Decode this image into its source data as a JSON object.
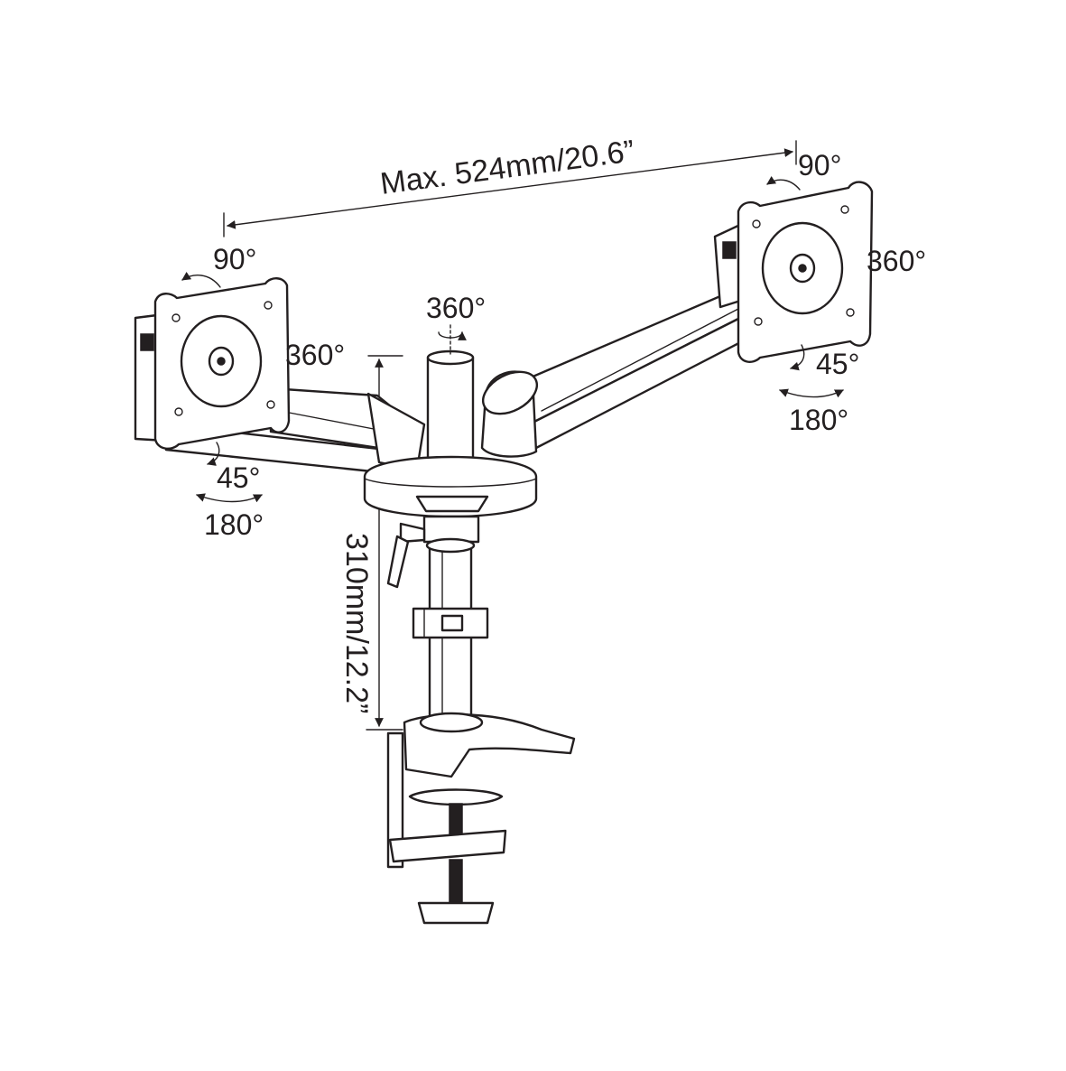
{
  "diagram": {
    "dimensions": {
      "width_label": "Max. 524mm/20.6”",
      "height_label": "310mm/12.2”"
    },
    "pole_rotation_label": "360°",
    "left_arm": {
      "swivel_label": "360°",
      "plate_rotation_label": "90°",
      "tilt_label": "45°",
      "pan_label": "180°"
    },
    "right_arm": {
      "plate_rotation_label": "90°",
      "swivel_label": "360°",
      "tilt_label": "45°",
      "pan_label": "180°"
    }
  }
}
